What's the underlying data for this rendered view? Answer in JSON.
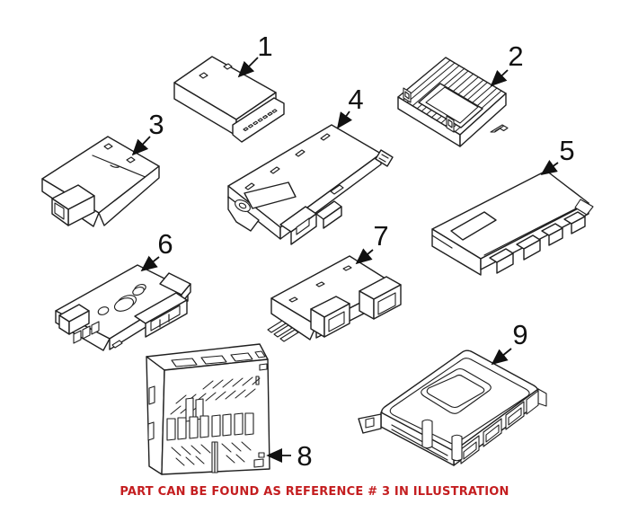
{
  "diagram": {
    "background": "#ffffff",
    "line_color": "#1f1f1f",
    "label_color": "#111111",
    "footer": {
      "text": "PART CAN BE FOUND AS REFERENCE # 3 IN ILLUSTRATION",
      "color": "#c41e20"
    },
    "parts": [
      {
        "ref": "1"
      },
      {
        "ref": "2"
      },
      {
        "ref": "3"
      },
      {
        "ref": "4"
      },
      {
        "ref": "5"
      },
      {
        "ref": "6"
      },
      {
        "ref": "7"
      },
      {
        "ref": "8"
      },
      {
        "ref": "9"
      }
    ]
  }
}
